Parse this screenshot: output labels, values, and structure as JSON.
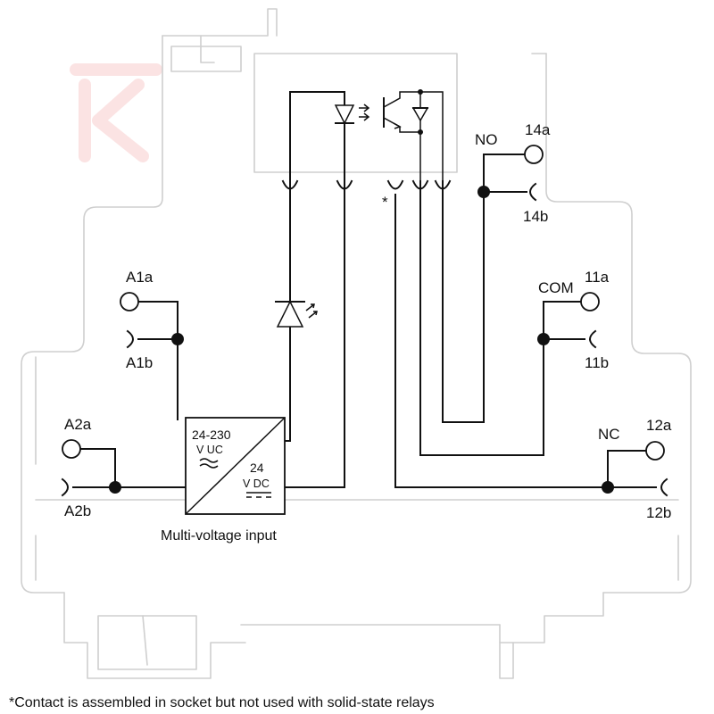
{
  "terminals": {
    "a1a": "A1a",
    "a1b": "A1b",
    "a2a": "A2a",
    "a2b": "A2b",
    "t14a": "14a",
    "t14b": "14b",
    "t11a": "11a",
    "t11b": "11b",
    "t12a": "12a",
    "t12b": "12b"
  },
  "contacts": {
    "no": "NO",
    "com": "COM",
    "nc": "NC"
  },
  "converter": {
    "input_range": "24-230",
    "input_unit": "V UC",
    "output_value": "24",
    "output_unit": "V DC"
  },
  "captions": {
    "multi_voltage": "Multi-voltage input",
    "asterisk_mark": "*",
    "footnote": "*Contact is assembled in socket but not used with solid-state relays"
  },
  "colors": {
    "outline": "#cfcfcf",
    "wiring": "#111111",
    "watermark": "#fbe3e3"
  }
}
